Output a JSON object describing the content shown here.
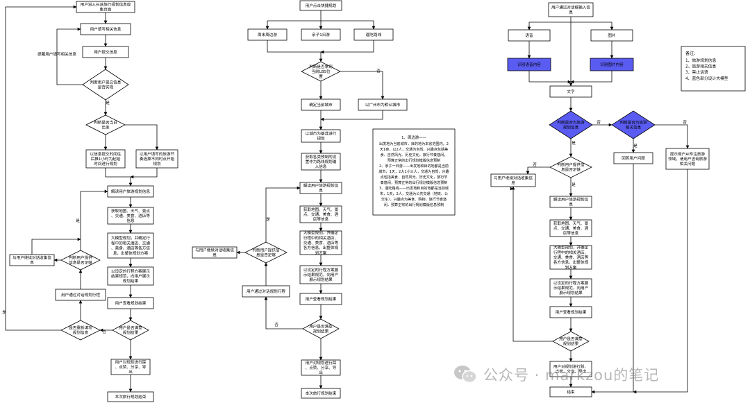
{
  "colors": {
    "stroke": "#000000",
    "fill": "#ffffff",
    "accent": "#5a5bf0",
    "watermark": "#7d7d7d"
  },
  "flow1": {
    "start": "用户进入长途旅行规划信息收集页面",
    "fill_info": "用户填写相关信息",
    "submit": "用户提交信息",
    "check_conflict": "判断用户提交信息是否实现",
    "check_today": "判断是否当日出发",
    "today_plan": "以信息提交时间往后推1小时为起始时间进行规划",
    "holiday_plan": "以用户填写的旅游节奏选择不同时点开始规划",
    "parse": "解读用户旅游规划信息",
    "fetch": "获取地图、天气、景点、交通、美食、酒店等信息",
    "model_plan": "大模型规划，并确定行程中的相关酒店、交通、美食、酒店等各方信息，出整体规划方案",
    "show": "以设定的行程方案展示结果规范，向用户展示规划结果",
    "view": "用户查看规划结果",
    "check_satisfied": "用户是否满意规划结果",
    "finish": "用户对规划进行踩、点赞、分享、导出",
    "end": "本次旅行规划结束",
    "check_enough": "判断用户提供信息是否足够",
    "continue_collect": "与用户继续对话收集信息",
    "dialog_plan": "用户通过对话规划行程",
    "check_refill": "是否重新填写规划信息",
    "remind": "提醒用户填写相关信息"
  },
  "flow2": {
    "start": "用户点击快捷规划",
    "opt1": "周末周边游",
    "opt2": "亲子1日游",
    "opt3": "遛吃路线",
    "check_lbs": "判断是否拿到当前LBS位置",
    "current_city": "确定当前城市",
    "default_city": "以广州市为默认城市",
    "city_plan": "以城市为基准进行规划",
    "fetch_preset": "获取各类预制的设置作为路线规划输入信息",
    "parse": "解读用户旅游规划信息",
    "fetch": "获取地图、天气、景点、交通、美食、酒店等信息",
    "model_plan": "大模型规划，并确定行程中的相关酒店、交通、美食、酒店等各方信息，出整体规划方案",
    "show": "以设定的行程方案展示结果规范，向用户展示规划结果",
    "view": "用户查看规划结果",
    "check_satisfied": "用户是否满意规划结果",
    "finish": "用户对规划进行踩、点赞、分享、导出",
    "end": "本次旅行规划结束",
    "check_enough": "判断用户提供信息是否足够",
    "continue_collect": "与用户继续对话收集信息",
    "dialog_plan": "用户通过对话规划行程"
  },
  "note_text": {
    "title": "1、周边游——",
    "lines": [
      "出发地为当前城市，目的地为本省范围内，2",
      "天1夜，以2人，交通为自驾，兴趣点包括美",
      "食、自然风光、历史文化，旅行节奏悠闲。",
      "预算正常的出行规划模版信息预制",
      "2、亲子一日游——出发地和目的地都是当前",
      "城市，1天，2大1小三人，交通为自驾，兴趣",
      "点包括美食、自然风光、历史文化，旅行节",
      "奏悠闲，预算正常的出行规划模版信息预制",
      "3、遛吃路线——出发地和目的地都是当前城",
      "市，1天，2人，交通为公共交通（地铁、公",
      "交车），兴趣点为美食、购物，旅行节奏悠",
      "闲，预算正常的出行规划模版信息预制"
    ]
  },
  "flow3": {
    "start": "用户通过对话框输入信息",
    "voice": "语音",
    "image": "图片",
    "recognize_voice": "识别语音内容",
    "recognize_image": "识别图片内容",
    "text": "文字",
    "check_travel": "判断是否为旅游规划信息",
    "check_related": "判断是否为旅游相关信息",
    "answer": "回答用户问题",
    "reject": "提示用户AI专注旅游领域，请用户咨询旅游相关问题",
    "check_enough": "判断用户提供信息是否足够",
    "continue_collect": "与用户继续对话收集信息",
    "parse": "解读用户旅游规划信息",
    "fetch": "获取地图、天气、景点、交通、美食、酒店等信息",
    "model_plan": "大模型规划，并确定行程中的相关酒店、交通、美食、酒店等各方信息，出整体规划方案",
    "show": "以设定的行程方案展示结果规范，向用户展示规划结果",
    "view": "用户查看规划结果",
    "check_satisfied": "用户是否满意规划结果",
    "finish": "用户对规划进行踩、点赞、分享、导出",
    "end": "结束"
  },
  "legend": {
    "title": "备注:",
    "items": [
      "1、旅游规划信息",
      "2、旅游相关信息",
      "3、禁止话语",
      "4、蓝色部分设计大模型"
    ]
  },
  "edge_labels": {
    "yes": "是",
    "no": "否"
  },
  "watermark": {
    "icon": "wechat-icon",
    "text": "公众号 · markzou的笔记"
  }
}
